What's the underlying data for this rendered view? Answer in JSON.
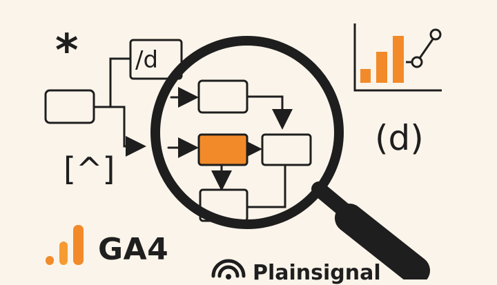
{
  "symbols": {
    "star": "*",
    "slash_d": "/d",
    "caret": "[^]",
    "paren_d": "(d)"
  },
  "brand": {
    "ga4_label": "GA4",
    "plainsignal_label": "Plainsignal"
  },
  "colors": {
    "background": "#fbf4ea",
    "ink": "#1e1e1e",
    "accent_orange": "#f28a2a"
  },
  "icons": [
    "magnifying-glass-icon",
    "bar-chart-icon",
    "ga4-bars-icon",
    "plainsignal-logo-icon"
  ]
}
